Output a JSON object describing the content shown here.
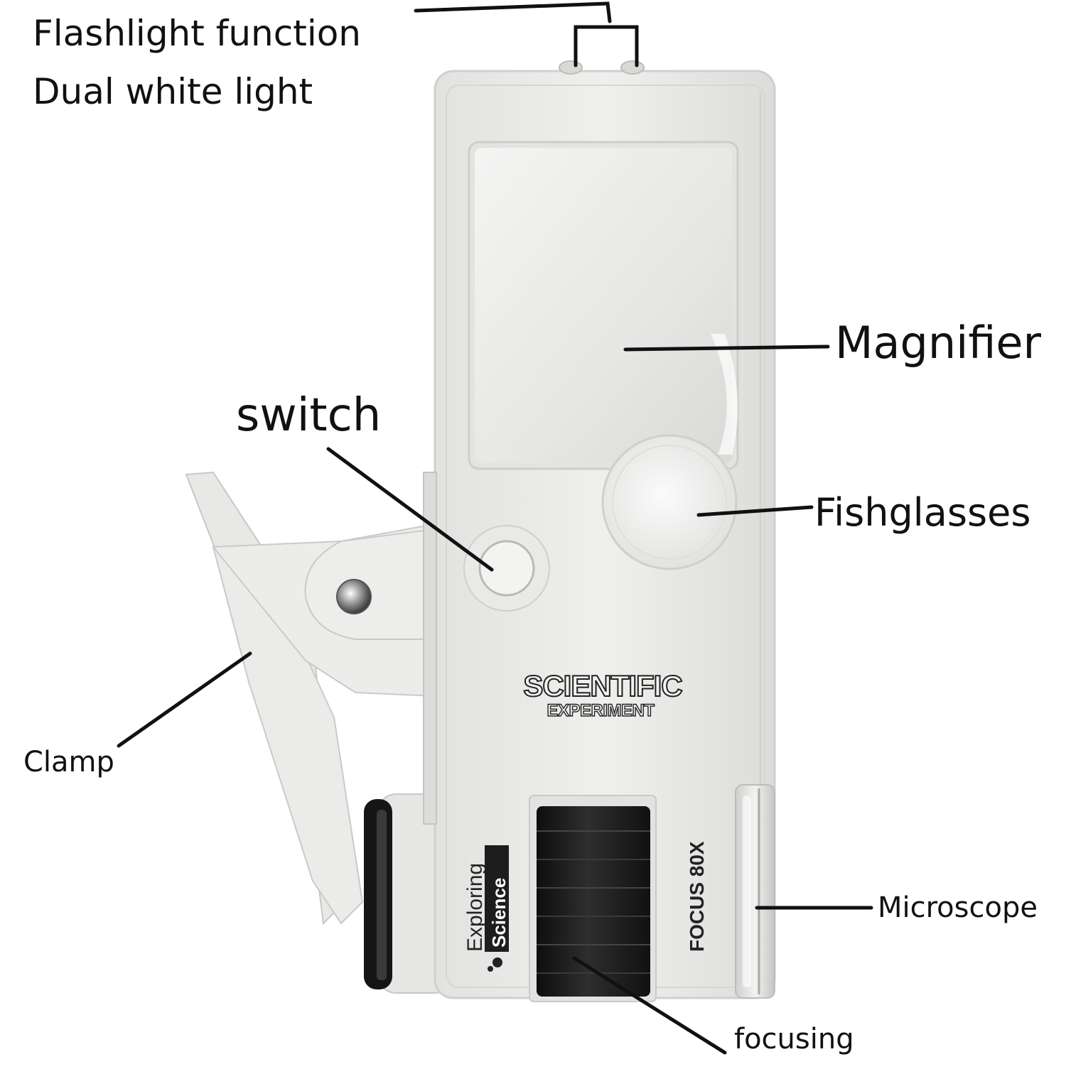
{
  "labels": {
    "flashlight_line1": "Flashlight function",
    "flashlight_line2": "Dual white light",
    "magnifier": "Magnifier",
    "switch": "switch",
    "fishglasses": "Fishglasses",
    "clamp": "Clamp",
    "microscope": "Microscope",
    "focusing": "focusing"
  },
  "device_print": {
    "brand_main": "SCIENTIFIC",
    "brand_sub": "EXPERIMENT",
    "side_text1": "Exploring",
    "side_text2": "Science",
    "focus_text": "FOCUS 80X"
  },
  "colors": {
    "body": "#ececea",
    "body_edge": "#cfcfcc",
    "knob": "#1c1c1c",
    "callout_line": "#111111",
    "label_text": "#111111"
  }
}
